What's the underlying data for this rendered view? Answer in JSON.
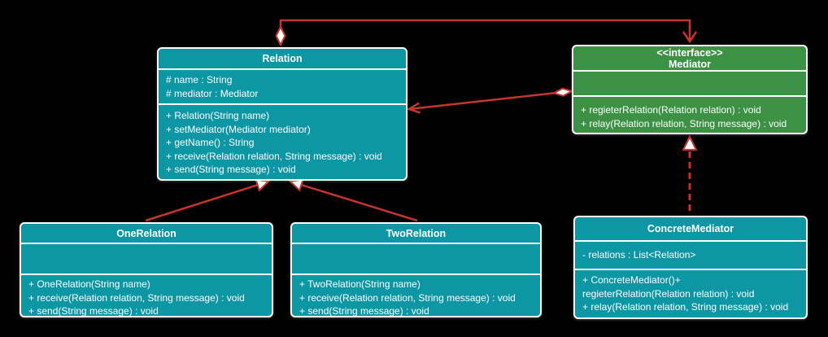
{
  "diagram": {
    "title": "Mediator pattern UML class diagram",
    "colors": {
      "background": "#000000",
      "class_fill_teal": "#0d96a3",
      "interface_fill_green": "#3c9144",
      "connector_red": "#c63430",
      "border_white": "#ffffff",
      "text_white": "#ffffff"
    }
  },
  "classes": {
    "relation": {
      "title": "Relation",
      "attributes": [
        "# name : String",
        "# mediator : Mediator"
      ],
      "methods": [
        "+ Relation(String name)",
        "+ setMediator(Mediator mediator)",
        "+ getName() : String",
        "+ receive(Relation relation, String message) : void",
        "+ send(String message) : void"
      ]
    },
    "mediator": {
      "stereotype": "<<interface>>",
      "title": "Mediator",
      "attributes": [],
      "methods": [
        "+ regieterRelation(Relation relation) : void",
        "+ relay(Relation relation, String message) : void"
      ]
    },
    "oneRelation": {
      "title": "OneRelation",
      "attributes": [],
      "methods": [
        "+ OneRelation(String name)",
        "+ receive(Relation relation, String message) : void",
        "+ send(String message) : void"
      ]
    },
    "twoRelation": {
      "title": "TwoRelation",
      "attributes": [],
      "methods": [
        "+ TwoRelation(String name)",
        "+ receive(Relation relation, String message) : void",
        "+ send(String message) : void"
      ]
    },
    "concreteMediator": {
      "title": "ConcreteMediator",
      "attributes": [
        "- relations : List<Relation>"
      ],
      "methods": [
        "+ ConcreteMediator()+",
        "regieterRelation(Relation relation) : void",
        "+ relay(Relation relation, String message) : void"
      ]
    }
  },
  "relationships": [
    {
      "type": "aggregation",
      "from": "Relation",
      "to": "Mediator"
    },
    {
      "type": "aggregation",
      "from": "Mediator",
      "to": "Relation"
    },
    {
      "type": "generalization",
      "from": "OneRelation",
      "to": "Relation"
    },
    {
      "type": "generalization",
      "from": "TwoRelation",
      "to": "Relation"
    },
    {
      "type": "realization",
      "from": "ConcreteMediator",
      "to": "Mediator"
    }
  ]
}
